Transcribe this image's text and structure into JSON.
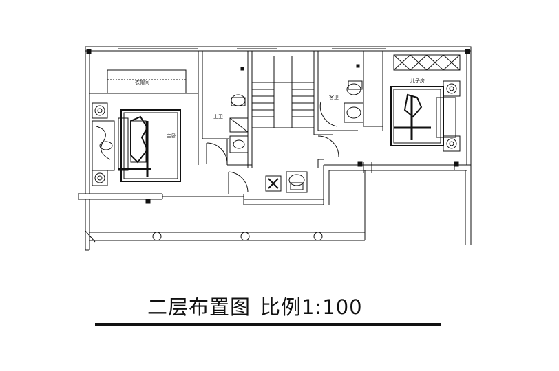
{
  "rooms": {
    "closet": "衣帽间",
    "master_bath": "主卫",
    "master_bedroom": "主卧",
    "guest_bath": "客卫",
    "son_room": "儿子房"
  },
  "title": {
    "text": "二层布置图",
    "scale": "比例1:100"
  },
  "colors": {
    "line": "#111111",
    "background": "#ffffff"
  }
}
